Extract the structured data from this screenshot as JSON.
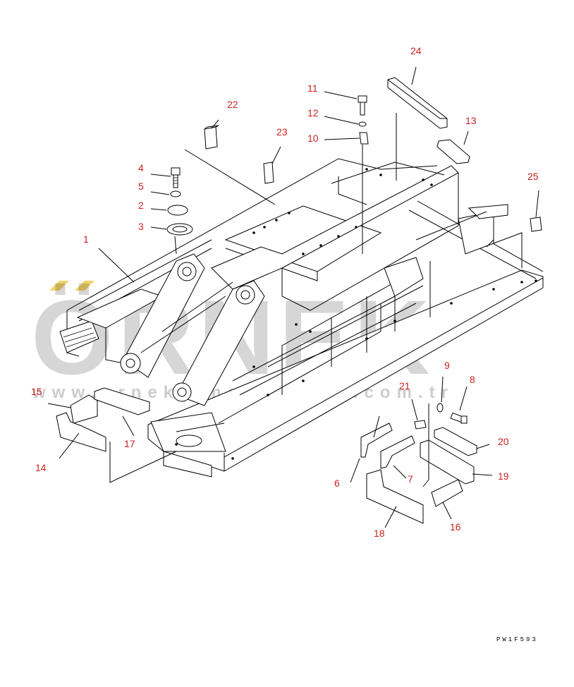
{
  "diagram": {
    "parts": [
      {
        "number": "1"
      },
      {
        "number": "2"
      },
      {
        "number": "3"
      },
      {
        "number": "4"
      },
      {
        "number": "5"
      },
      {
        "number": "6"
      },
      {
        "number": "7"
      },
      {
        "number": "8"
      },
      {
        "number": "9"
      },
      {
        "number": "10"
      },
      {
        "number": "11"
      },
      {
        "number": "12"
      },
      {
        "number": "13"
      },
      {
        "number": "14"
      },
      {
        "number": "15"
      },
      {
        "number": "16"
      },
      {
        "number": "17"
      },
      {
        "number": "18"
      },
      {
        "number": "19"
      },
      {
        "number": "20"
      },
      {
        "number": "21"
      },
      {
        "number": "22"
      },
      {
        "number": "23"
      },
      {
        "number": "24"
      },
      {
        "number": "25"
      }
    ],
    "drawing_code": "PW1F593",
    "label_color": "#cc2222"
  },
  "watermark": {
    "brand": "ÖRNEK",
    "url": "www.orneksimakinalari.com.tr",
    "accent_color": "#f2d36b"
  }
}
